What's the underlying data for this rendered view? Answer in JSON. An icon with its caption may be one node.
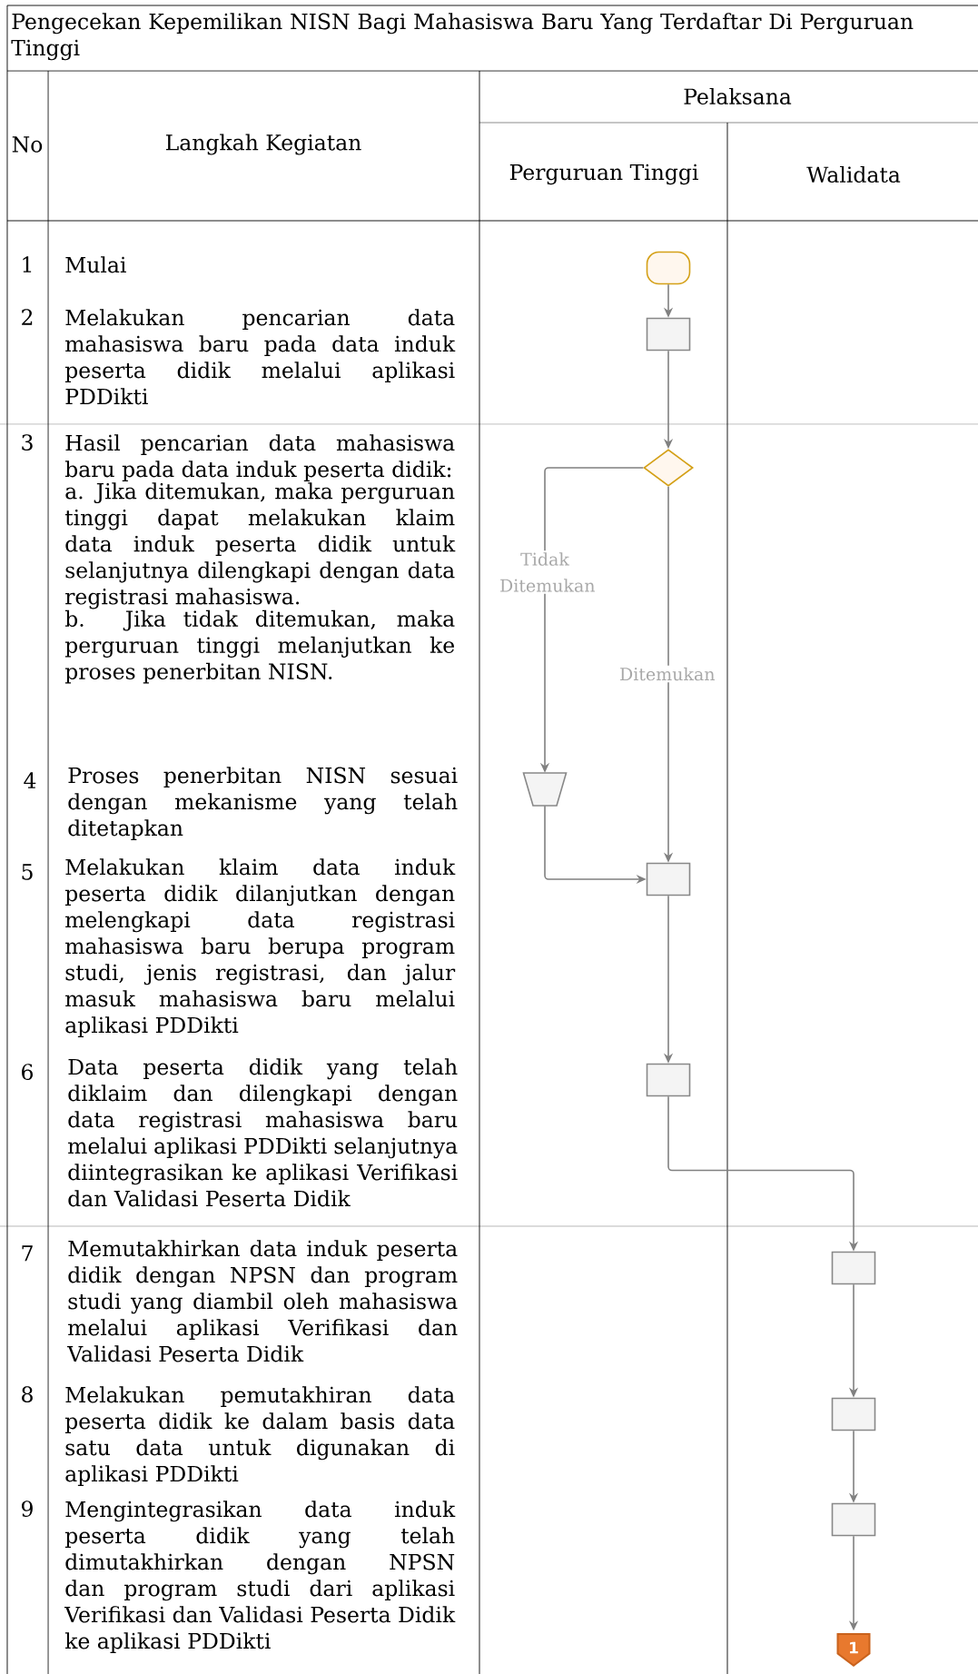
{
  "diagram": {
    "title": "Pengecekan Kepemilikan NISN Bagi Mahasiswa Baru Yang Terdaftar Di Perguruan Tinggi",
    "nodes": [
      {
        "text": [],
        "shape": "pill"
      },
      {
        "text": [],
        "shape": "box"
      },
      {
        "text": [],
        "shape": "diamond"
      },
      {
        "text": [],
        "shape": "trapezoid"
      },
      {
        "text": [],
        "shape": "box"
      },
      {
        "text": [],
        "shape": "box"
      },
      {
        "text": [],
        "shape": "box"
      },
      {
        "text": [],
        "shape": "box"
      },
      {
        "text": [],
        "shape": "box"
      },
      {
        "text": [
          "1"
        ]
      }
    ],
    "edges": [
      {
        "from": 0,
        "to": 1,
        "arrow": "to"
      },
      {
        "from": 1,
        "to": 2,
        "arrow": "to"
      },
      {
        "from": 2,
        "to": 3,
        "arrow": "to",
        "label": "Tidak Ditemukan"
      },
      {
        "from": 2,
        "to": 4,
        "arrow": "to",
        "label": "Ditemukan"
      },
      {
        "from": 3,
        "to": 4,
        "arrow": "to"
      },
      {
        "from": 4,
        "to": 5,
        "arrow": "to"
      },
      {
        "from": 5,
        "to": 6,
        "arrow": "to"
      },
      {
        "from": 6,
        "to": 7,
        "arrow": "to"
      },
      {
        "from": 7,
        "to": 8,
        "arrow": "to"
      },
      {
        "from": 8,
        "to": 9,
        "arrow": "to"
      }
    ],
    "labels": [
      "No",
      "Langkah Kegiatan",
      "Pelaksana",
      "Perguruan Tinggi",
      "Walidata",
      "1",
      "Mulai",
      "2",
      "Melakukan pencarian data mahasiswa baru pada data induk peserta didik melalui aplikasi PDDikti",
      "3",
      "Hasil pencarian data mahasiswa baru pada data induk peserta didik:",
      "a. Jika ditemukan, maka perguruan tinggi dapat melakukan klaim data induk peserta didik untuk selanjutnya dilengkapi dengan data registrasi mahasiswa.",
      "b. Jika tidak ditemukan, maka perguruan tinggi melanjutkan ke proses penerbitan NISN.",
      "4",
      "Proses penerbitan NISN sesuai dengan mekanisme yang telah ditetapkan",
      "5",
      "Melakukan klaim data induk peserta didik dilanjutkan dengan melengkapi data registrasi mahasiswa baru berupa program studi, jenis registrasi, dan jalur masuk mahasiswa baru melalui aplikasi PDDikti",
      "6",
      "Data peserta didik yang telah diklaim dan dilengkapi dengan data registrasi mahasiswa baru melalui aplikasi PDDikti selanjutnya diintegrasikan ke aplikasi Verifikasi dan Validasi Peserta Didik",
      "7",
      "Memutakhirkan data induk peserta didik dengan NPSN dan program studi yang diambil oleh mahasiswa melalui aplikasi Verifikasi dan Validasi Peserta Didik",
      "8",
      "Melakukan pemutakhiran data peserta didik ke dalam basis data satu data untuk digunakan di aplikasi PDDikti",
      "9",
      "Mengintegrasikan data induk peserta didik yang telah dimutakhirkan dengan NPSN dan program studi dari aplikasi Verifikasi dan Validasi Peserta Didik ke aplikasi PDDikti"
    ]
  }
}
